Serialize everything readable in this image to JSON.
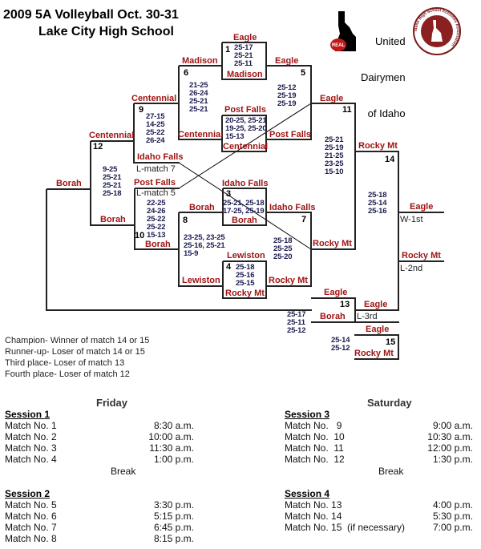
{
  "title": {
    "line1": "2009 5A Volleyball Oct. 30-31",
    "line2": "Lake City High School"
  },
  "logos": {
    "dairy": [
      "United",
      "Dairymen",
      "of Idaho"
    ],
    "dairy_badge": "REAL",
    "ihsaa": "Idaho High School Activities Association"
  },
  "colors": {
    "team": "#a01414",
    "score": "#1c1c50"
  },
  "bracket": {
    "m1": {
      "num": "1",
      "top": "Eagle",
      "bottom": "Madison",
      "scores": [
        "25-17",
        "25-21",
        "25-11"
      ]
    },
    "m2": {
      "num": "",
      "top": "Post Falls",
      "bottom": "Centennial",
      "scores": [
        "20-25, 25-21",
        "19-25, 25-20",
        "15-13"
      ]
    },
    "m3": {
      "num": "3",
      "top": "Idaho Falls",
      "bottom": "Borah",
      "scores": [
        "25-21, 25-18",
        "17-25, 25-19"
      ]
    },
    "m4": {
      "num": "4",
      "top": "Lewiston",
      "bottom": "Rocky Mt",
      "scores": [
        "25-18",
        "25-16",
        "25-15"
      ]
    },
    "m5": {
      "num": "5",
      "top": "Eagle",
      "bottom": "Post Falls",
      "scores": [
        "25-12",
        "25-19",
        "25-19"
      ]
    },
    "m6": {
      "num": "6",
      "top": "Madison",
      "bottom": "Centennial",
      "scores": [
        "21-25",
        "26-24",
        "25-21",
        "25-21"
      ]
    },
    "m7": {
      "num": "7",
      "top": "Idaho Falls",
      "bottom": "Rocky Mt",
      "scores": [
        "25-18",
        "25-25",
        "25-20"
      ]
    },
    "m8": {
      "num": "8",
      "top": "Borah",
      "bottom": "Lewiston",
      "scores": [
        "23-25, 23-25",
        "25-16, 25-21",
        "15-9"
      ]
    },
    "m9": {
      "num": "9",
      "top": "Centennial",
      "bottom": "Idaho Falls",
      "sub": "L-match 7",
      "scores": [
        "27-15",
        "14-25",
        "25-22",
        "26-24"
      ]
    },
    "m10": {
      "num": "10",
      "top": "Post Falls",
      "bottom": "Borah",
      "sub": "L-match 5",
      "scores": [
        "22-25",
        "24-26",
        "25-22",
        "25-22",
        "15-13"
      ]
    },
    "m11": {
      "num": "11",
      "top": "Eagle",
      "bottom": "Rocky Mt",
      "scores": [
        "25-21",
        "25-19",
        "21-25",
        "23-25",
        "15-10"
      ]
    },
    "m12": {
      "num": "12",
      "top": "Centennial",
      "bottom": "Borah",
      "winner": "Borah",
      "scores": [
        "9-25",
        "25-21",
        "25-21",
        "25-18"
      ]
    },
    "m13": {
      "num": "13",
      "top": "Eagle",
      "bottom": "Borah",
      "winner": "Eagle",
      "winner_note": "L-3rd",
      "scores": [
        "25-17",
        "25-11",
        "25-12"
      ]
    },
    "m14": {
      "num": "14",
      "top": "Rocky Mt",
      "winner": "Eagle",
      "winner_note": "W-1st",
      "loser": "Rocky Mt",
      "loser_note": "L-2nd",
      "scores": [
        "25-18",
        "25-14",
        "25-16"
      ]
    },
    "m15": {
      "num": "15",
      "top": "Eagle",
      "bottom": "Rocky Mt",
      "scores": [
        "25-14",
        "25-12"
      ]
    }
  },
  "notes": [
    "Champion- Winner of match 14 or 15",
    "Runner-up- Loser of match 14 or 15",
    "Third place- Loser of match 13",
    "Fourth place- Loser of match 12"
  ],
  "schedule": {
    "friday": {
      "heading": "Friday",
      "break": "Break",
      "sessions": [
        {
          "title": "Session 1",
          "matches": [
            {
              "label": "Match No. 1",
              "time": "8:30 a.m."
            },
            {
              "label": "Match No. 2",
              "time": "10:00 a.m."
            },
            {
              "label": "Match No. 3",
              "time": "11:30 a.m."
            },
            {
              "label": "Match No. 4",
              "time": "1:00 p.m."
            }
          ]
        },
        {
          "title": "Session 2",
          "matches": [
            {
              "label": "Match No. 5",
              "time": "3:30 p.m."
            },
            {
              "label": "Match No. 6",
              "time": "5:15 p.m."
            },
            {
              "label": "Match No. 7",
              "time": "6:45 p.m."
            },
            {
              "label": "Match No. 8",
              "time": "8:15 p.m."
            }
          ]
        }
      ]
    },
    "saturday": {
      "heading": "Saturday",
      "break": "Break",
      "sessions": [
        {
          "title": "Session 3",
          "matches": [
            {
              "label": "Match No.   9",
              "time": "9:00 a.m."
            },
            {
              "label": "Match No.  10",
              "time": "10:30 a.m."
            },
            {
              "label": "Match No.  11",
              "time": "12:00 p.m."
            },
            {
              "label": "Match No.  12",
              "time": "1:30 p.m."
            }
          ]
        },
        {
          "title": "Session 4",
          "matches": [
            {
              "label": "Match No. 13",
              "time": "4:00 p.m."
            },
            {
              "label": "Match No. 14",
              "time": "5:30 p.m."
            },
            {
              "label": "Match No. 15  (if necessary)",
              "time": "7:00 p.m."
            }
          ]
        }
      ]
    }
  }
}
